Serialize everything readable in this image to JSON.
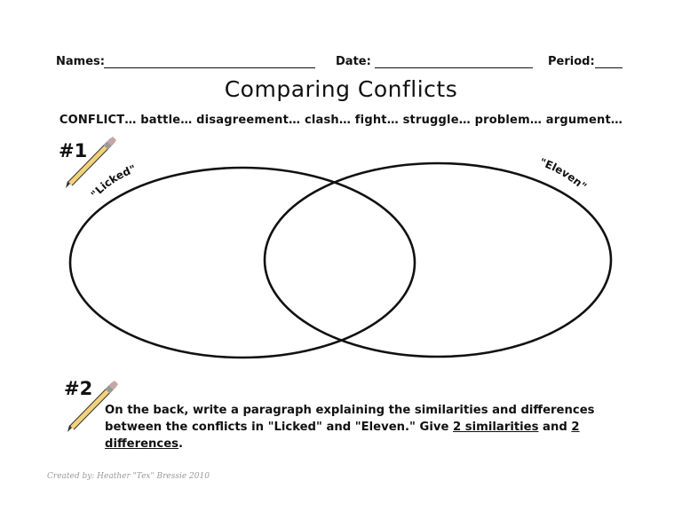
{
  "header": {
    "names_label": "Names:",
    "date_label": "Date:",
    "period_label": "Period:"
  },
  "title": "Comparing Conflicts",
  "subtitle": "CONFLICT… battle… disagreement… clash… fight… struggle… problem… argument…",
  "section1": {
    "number": "#1",
    "left_label": "\"Licked\"",
    "right_label": "\"Eleven\""
  },
  "section2": {
    "number": "#2",
    "text_part1": "On the back, write a paragraph explaining the similarities and differences between the conflicts in \"Licked\" and \"Eleven.\" Give ",
    "underline1": "2 similarities",
    "text_and": " and ",
    "underline2": "2 differences",
    "text_end": "."
  },
  "credit": "Created by: Heather \"Tex\" Bressie 2010",
  "colors": {
    "ink": "#111111",
    "pencil_body": "#f2d27a",
    "pencil_tip": "#e8c08a",
    "credit": "#9a9a9a"
  },
  "icons": [
    "pencil-icon",
    "pencil-icon"
  ]
}
